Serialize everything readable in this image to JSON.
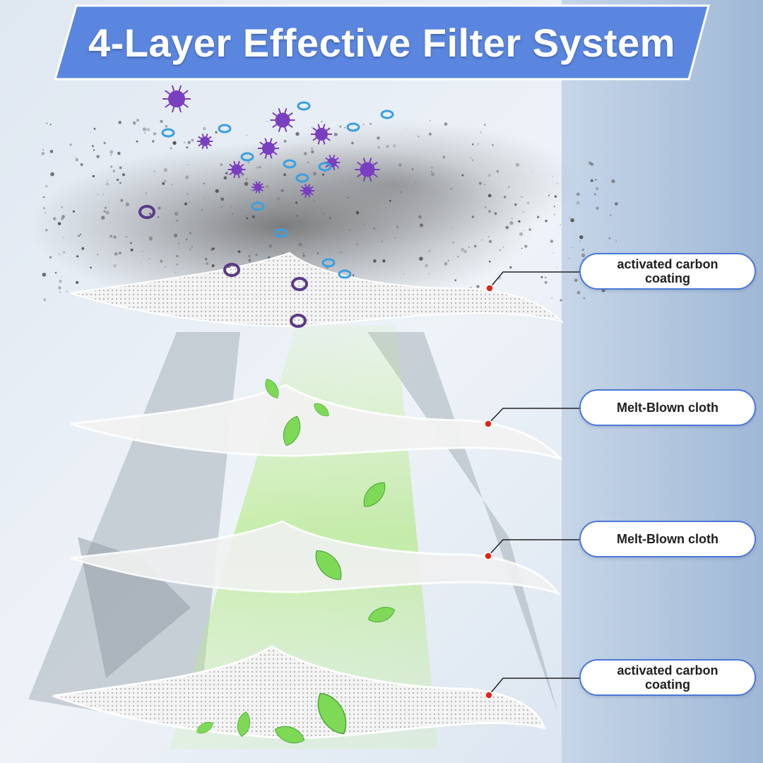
{
  "banner": {
    "title": "4-Layer Effective Filter System"
  },
  "layers": [
    {
      "label": "activated carbon coating"
    },
    {
      "label": "Melt-Blown cloth"
    },
    {
      "label": "Melt-Blown cloth"
    },
    {
      "label": "activated carbon coating"
    }
  ],
  "colors": {
    "banner_blue": "#5a86e0",
    "callout_border": "#4b78d6",
    "marker_red": "#e0241c",
    "particle_purple": "#7a3fc0",
    "particle_blue": "#3aa0e0",
    "leaf_green": "#7ed957"
  }
}
